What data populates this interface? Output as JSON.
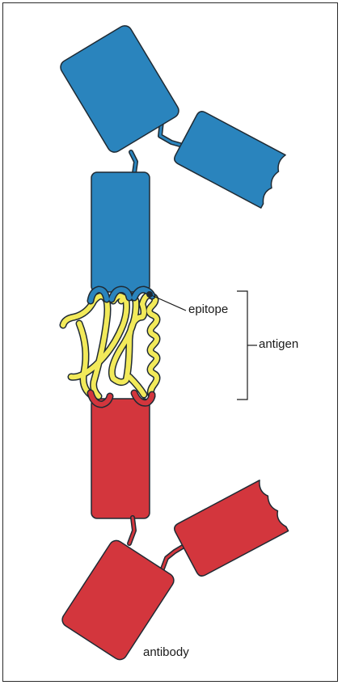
{
  "figure": {
    "labels": {
      "epitope": "epitope",
      "antigen": "antigen",
      "antibody": "antibody"
    },
    "colors": {
      "upper_antibody": "#2a84bd",
      "lower_antibody": "#d3363d",
      "antigen_strand": "#f2ea5a",
      "outline": "#1f2a33"
    }
  }
}
